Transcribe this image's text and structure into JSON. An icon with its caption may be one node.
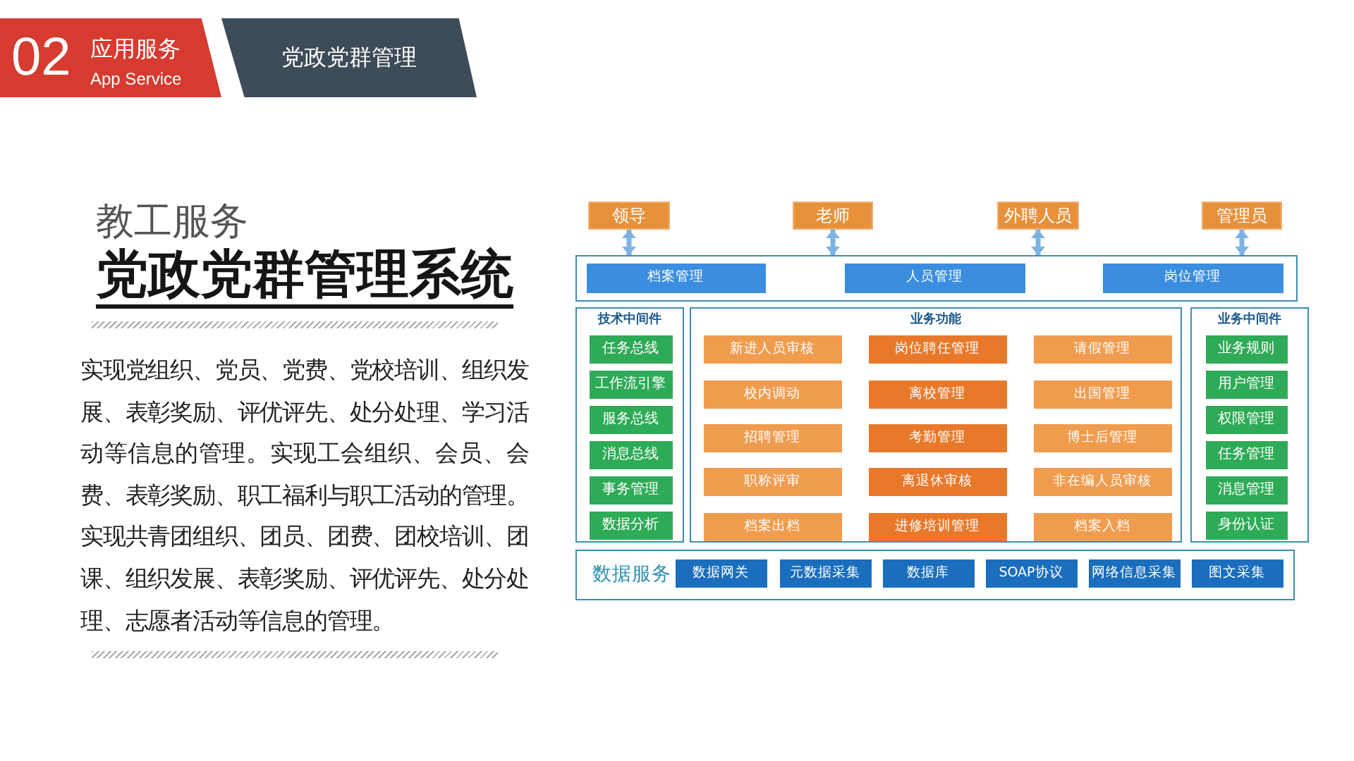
{
  "diagram": {
    "title": "党政党群管理系统",
    "nodes": [
      {
        "text": [
          "02",
          "应用服务",
          "App Service"
        ]
      },
      {
        "text": [
          "党政党群管理"
        ]
      },
      {
        "text": [
          "领导"
        ]
      },
      {
        "text": [
          "老师"
        ]
      },
      {
        "text": [
          "外聘人员"
        ]
      },
      {
        "text": [
          "管理员"
        ]
      },
      {
        "text": [],
        "shape": "box"
      },
      {
        "text": [
          "档案管理"
        ],
        "in": 6
      },
      {
        "text": [
          "人员管理"
        ],
        "in": 6
      },
      {
        "text": [
          "岗位管理"
        ],
        "in": 6
      },
      {
        "text": [
          "技术中间件"
        ]
      },
      {
        "text": [
          "任务总线"
        ],
        "in": 10
      },
      {
        "text": [
          "工作流引擎"
        ],
        "in": 10
      },
      {
        "text": [
          "服务总线"
        ],
        "in": 10
      },
      {
        "text": [
          "消息总线"
        ],
        "in": 10
      },
      {
        "text": [
          "事务管理"
        ],
        "in": 10
      },
      {
        "text": [
          "数据分析"
        ],
        "in": 10
      },
      {
        "text": [
          "业务功能"
        ]
      },
      {
        "text": [
          "新进人员审核"
        ],
        "in": 17
      },
      {
        "text": [
          "岗位聘任管理"
        ],
        "in": 17
      },
      {
        "text": [
          "请假管理"
        ],
        "in": 17
      },
      {
        "text": [
          "校内调动"
        ],
        "in": 17
      },
      {
        "text": [
          "离校管理"
        ],
        "in": 17
      },
      {
        "text": [
          "出国管理"
        ],
        "in": 17
      },
      {
        "text": [
          "招聘管理"
        ],
        "in": 17
      },
      {
        "text": [
          "考勤管理"
        ],
        "in": 17
      },
      {
        "text": [
          "博士后管理"
        ],
        "in": 17
      },
      {
        "text": [
          "职称评审"
        ],
        "in": 17
      },
      {
        "text": [
          "离退休审核"
        ],
        "in": 17
      },
      {
        "text": [
          "非在编人员审核"
        ],
        "in": 17
      },
      {
        "text": [
          "档案出档"
        ],
        "in": 17
      },
      {
        "text": [
          "进修培训管理"
        ],
        "in": 17
      },
      {
        "text": [
          "档案入档"
        ],
        "in": 17
      },
      {
        "text": [
          "业务中间件"
        ]
      },
      {
        "text": [
          "业务规则"
        ],
        "in": 33
      },
      {
        "text": [
          "用户管理"
        ],
        "in": 33
      },
      {
        "text": [
          "权限管理"
        ],
        "in": 33
      },
      {
        "text": [
          "任务管理"
        ],
        "in": 33
      },
      {
        "text": [
          "消息管理"
        ],
        "in": 33
      },
      {
        "text": [
          "身份认证"
        ],
        "in": 33
      },
      {
        "text": [
          "数据服务"
        ]
      },
      {
        "text": [
          "数据网关"
        ],
        "in": 40
      },
      {
        "text": [
          "元数据采集"
        ],
        "in": 40
      },
      {
        "text": [
          "数据库"
        ],
        "in": 40
      },
      {
        "text": [
          "SOAP协议"
        ],
        "in": 40
      },
      {
        "text": [
          "网络信息采集"
        ],
        "in": 40
      },
      {
        "text": [
          "图文采集"
        ],
        "in": 40
      }
    ],
    "edges": [
      {
        "from": 2,
        "to": 6,
        "arrow": "both"
      },
      {
        "from": 3,
        "to": 6,
        "arrow": "both"
      },
      {
        "from": 4,
        "to": 6,
        "arrow": "both"
      },
      {
        "from": 5,
        "to": 6,
        "arrow": "both"
      }
    ],
    "labels": [
      "教工服务",
      "实现党组织、党员、党费、党校培训、组织发展、表彰奖励、评优评先、处分处理、学习活动等信息的管理。实现工会组织、会员、会费、表彰奖励、职工福利与职工活动的管理。实现共青团组织、团员、团费、团校培训、团课、组织发展、表彰奖励、评优评先、处分处理、志愿者活动等信息的管理。"
    ]
  }
}
